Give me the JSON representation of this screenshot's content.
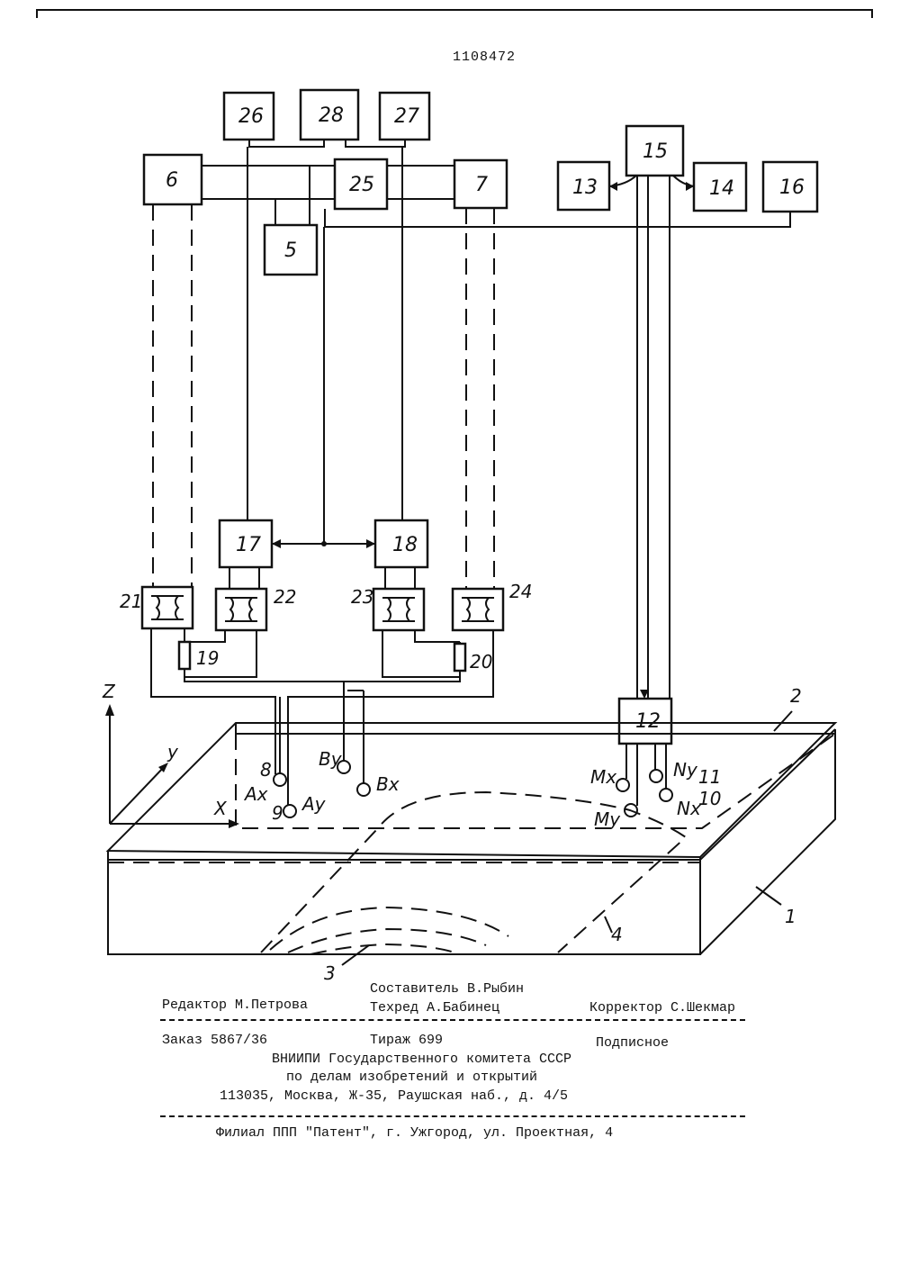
{
  "patent_number": "1108472",
  "blocks": {
    "b5": "5",
    "b6": "6",
    "b7": "7",
    "b12": "12",
    "b13": "13",
    "b14": "14",
    "b15": "15",
    "b16": "16",
    "b17": "17",
    "b18": "18",
    "b25": "25",
    "b26": "26",
    "b27": "27",
    "b28": "28"
  },
  "labels": {
    "n1": "1",
    "n2": "2",
    "n3": "3",
    "n4": "4",
    "n8": "8",
    "n9": "9",
    "n10": "10",
    "n11": "11",
    "n19": "19",
    "n20": "20",
    "n21": "21",
    "n22": "22",
    "n23": "23",
    "n24": "24",
    "ax": "Ax",
    "ay": "Ay",
    "bx": "Bx",
    "by": "By",
    "mx": "Mx",
    "my": "My",
    "nx": "Nx",
    "ny": "Ny",
    "axis_x": "X",
    "axis_y": "y",
    "axis_z": "Z"
  },
  "credits": {
    "composer": "Составитель В.Рыбин",
    "editor": "Редактор М.Петрова",
    "techred": "Техред А.Бабинец",
    "corrector": "Корректор С.Шекмар",
    "order": "Заказ 5867/36",
    "print_run": "Тираж 699",
    "subscription": "Подписное",
    "org_line1": "ВНИИПИ Государственного комитета СССР",
    "org_line2": "по делам изобретений и открытий",
    "org_address": "113035, Москва, Ж-35, Раушская наб., д. 4/5",
    "branch": "Филиал ППП \"Патент\", г. Ужгород, ул. Проектная, 4"
  }
}
